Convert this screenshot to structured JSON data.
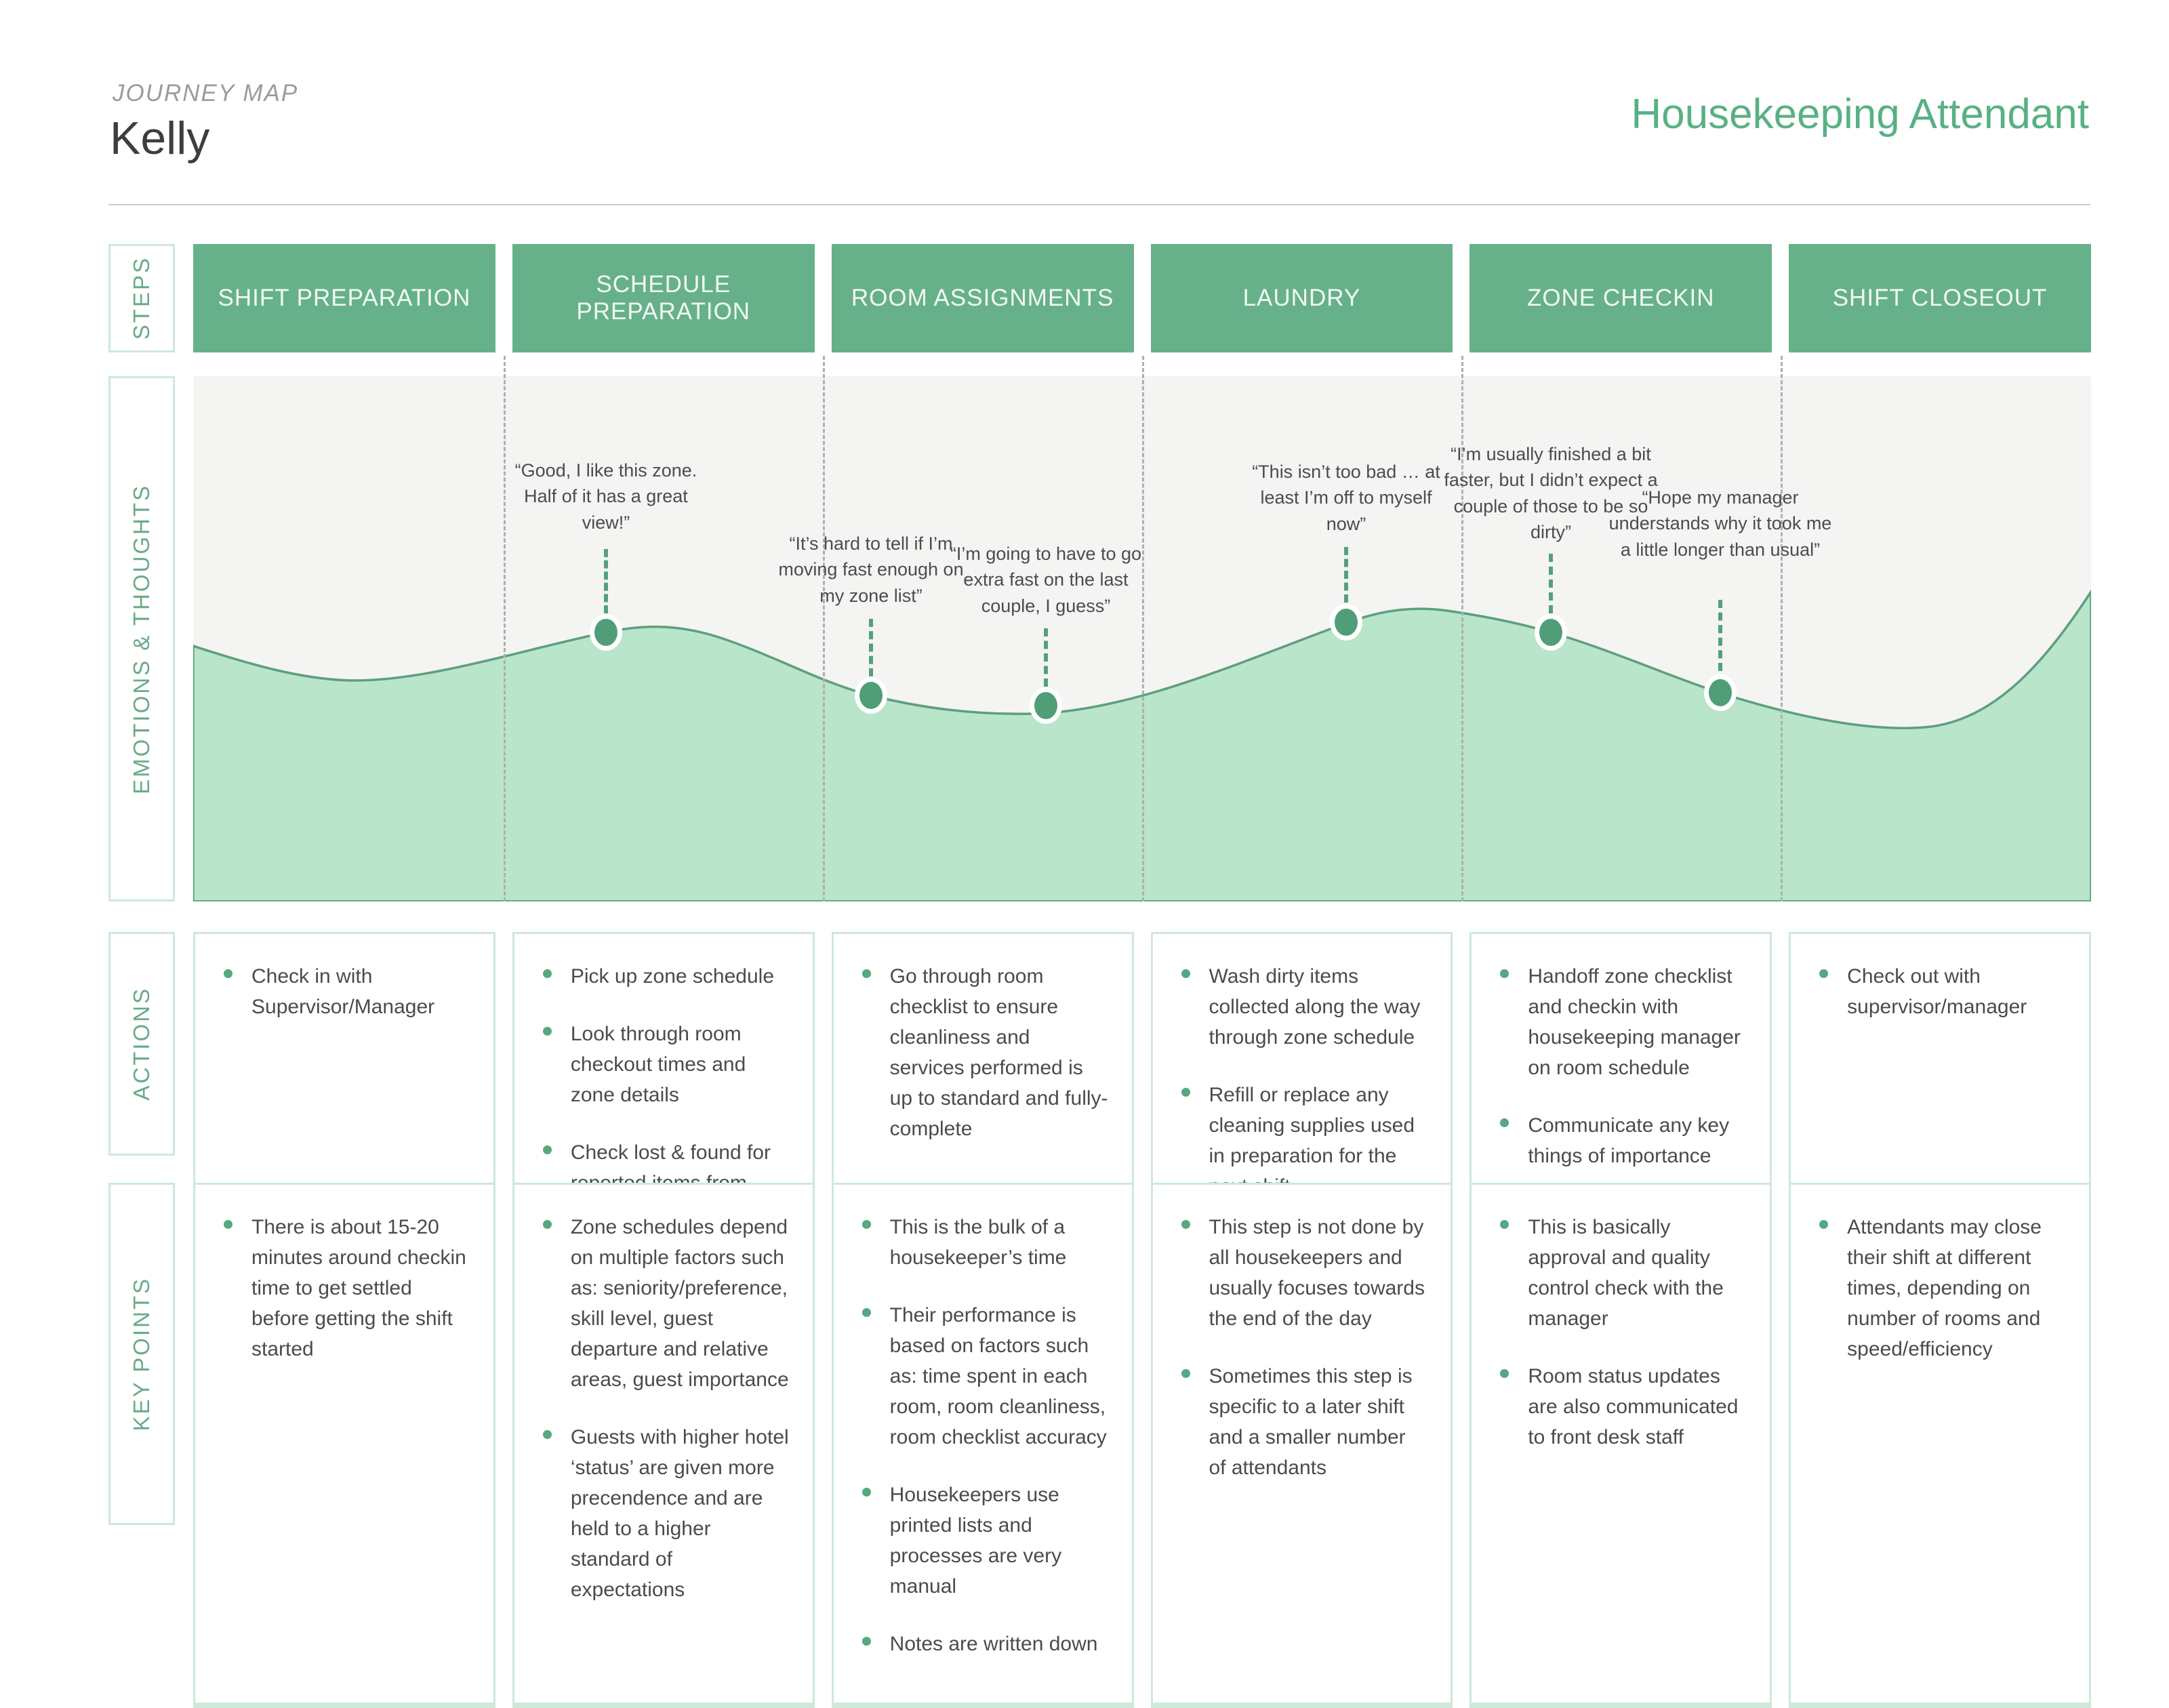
{
  "header": {
    "eyebrow": "JOURNEY MAP",
    "name": "Kelly",
    "role": "Housekeeping Attendant"
  },
  "row_labels": {
    "steps": "STEPS",
    "emotions": "EMOTIONS & THOUGHTS",
    "actions": "ACTIONS",
    "key_points": "KEY POINTS"
  },
  "steps": [
    "SHIFT PREPARATION",
    "SCHEDULE PREPARATION",
    "ROOM ASSIGNMENTS",
    "LAUNDRY",
    "ZONE CHECKIN",
    "SHIFT CLOSEOUT"
  ],
  "emotions": {
    "quotes": [
      "“Good, I like this zone. Half of it has a great view!”",
      "“It’s hard to tell if I’m moving fast enough on my zone list”",
      "“I’m going to have to go extra fast on the last couple, I guess”",
      "“This isn’t too bad … at least I’m off to myself now”",
      "“I’m usually finished a bit faster, but I didn’t expect a couple of those to be so dirty”",
      "“Hope my manager understands why it took me a little longer than usual”"
    ]
  },
  "actions": {
    "columns": [
      [
        "Check in with Supervisor/Manager"
      ],
      [
        "Pick up zone schedule",
        "Look through room checkout times and zone details",
        "Check lost & found for reported items from guests"
      ],
      [
        "Go through room checklist to ensure cleanliness and services performed is up to standard and fully-complete"
      ],
      [
        "Wash dirty items collected along the way through zone schedule",
        "Refill or replace any cleaning supplies used in preparation for the next shift"
      ],
      [
        "Handoff zone checklist and checkin with housekeeping manager on room schedule",
        "Communicate any key things of importance"
      ],
      [
        "Check out with supervisor/manager"
      ]
    ]
  },
  "key_points": {
    "columns": [
      [
        "There is about 15-20 minutes around checkin time to get settled before getting the shift started"
      ],
      [
        "Zone schedules depend on multiple factors such as: seniority/preference, skill level, guest departure and relative areas, guest importance",
        "Guests with higher hotel ‘status’ are given more precendence and are held to a higher standard of expectations"
      ],
      [
        "This is the bulk of a housekeeper’s time",
        "Their performance is based on factors such as: time spent in each room, room cleanliness, room checklist accuracy",
        "Housekeepers use printed lists and processes are very manual",
        "Notes are written down"
      ],
      [
        "This step is not done by all housekeepers and usually focuses towards the end of the day",
        "Sometimes this step is specific to a later shift and a smaller number of attendants"
      ],
      [
        "This is basically approval and quality control check with the manager",
        "Room status updates are also communicated to front desk staff"
      ],
      [
        "Attendants may close their shift at different times, depending on number of rooms and speed/efficiency"
      ]
    ]
  },
  "colors": {
    "step_header_bg": "#66b189",
    "role_title": "#58b183",
    "wave_fill": "#b9e5ca",
    "wave_stroke": "#5d9f7e",
    "dot": "#4f9e77",
    "panel_bg": "#f4f4f3",
    "card_border": "#cde9da",
    "label_text": "#68ab86",
    "body_text": "#4b4b4b"
  }
}
